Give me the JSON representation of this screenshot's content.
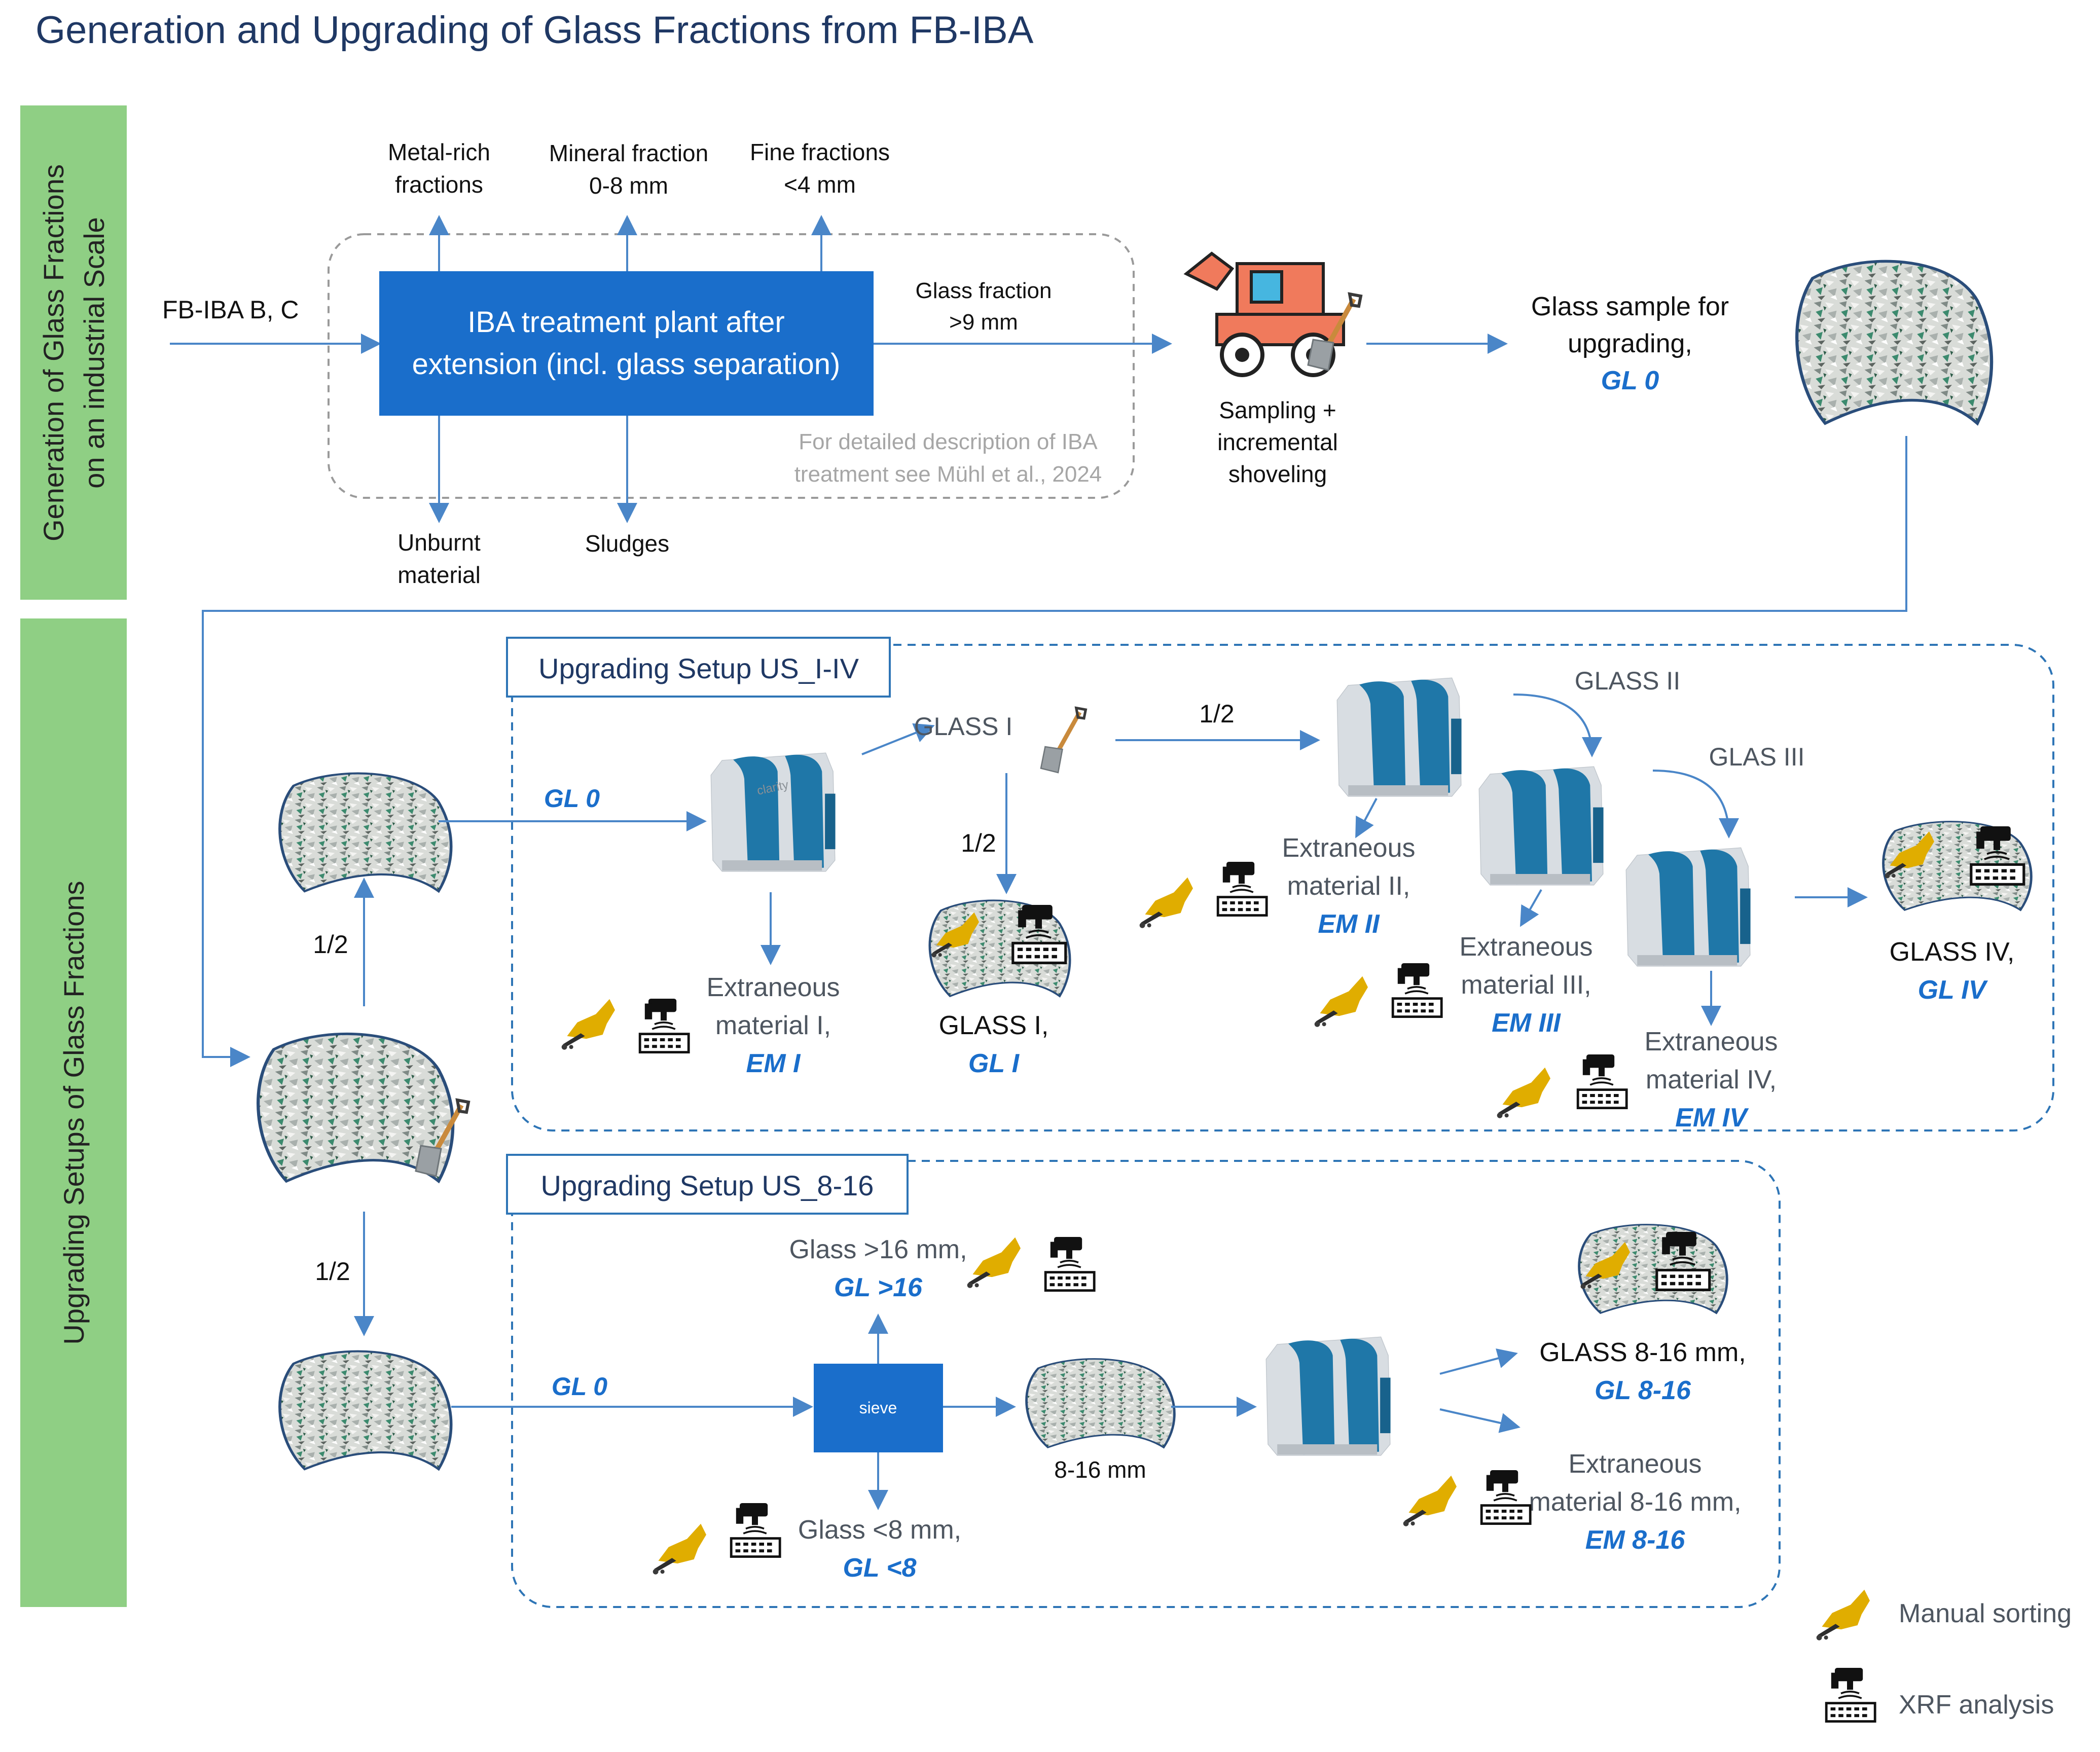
{
  "title": "Generation and Upgrading of Glass Fractions from FB-IBA",
  "colors": {
    "title": "#1f3864",
    "arrow": "#4a86c8",
    "box_fill": "#1a6ecb",
    "box_text": "#ffffff",
    "green_bar": "#8fcf84",
    "dashed": "#2e75b6",
    "label_blue": "#1a6ecb",
    "grey_text": "#4e5660",
    "note_grey": "#a6a6a6",
    "sort_icon": "#e0ad00",
    "xrf_icon": "#111111"
  },
  "sections": {
    "industrial": {
      "line1": "Generation of Glass Fractions",
      "line2": "on an industrial Scale"
    },
    "upgrading": {
      "line1": "Upgrading Setups of Glass Fractions"
    }
  },
  "industrial": {
    "input": "FB-IBA B, C",
    "plant": {
      "line1": "IBA treatment plant after",
      "line2": "extension (incl. glass separation)"
    },
    "outputs_top": [
      {
        "line1": "Metal-rich",
        "line2": "fractions"
      },
      {
        "line1": "Mineral fraction",
        "line2": "0-8 mm"
      },
      {
        "line1": "Fine fractions",
        "line2": "<4 mm"
      }
    ],
    "outputs_bottom": [
      {
        "line1": "Unburnt",
        "line2": "material"
      },
      {
        "line1": "Sludges",
        "line2": ""
      }
    ],
    "glass_fraction": {
      "line1": "Glass fraction",
      "line2": ">9 mm"
    },
    "note": {
      "line1": "For detailed description of IBA",
      "line2": "treatment see Mühl et al., 2024"
    },
    "sampling": {
      "line1": "Sampling +",
      "line2": "incremental",
      "line3": "shoveling"
    },
    "sample": {
      "line1": "Glass sample for",
      "line2": "upgrading,",
      "line3": "GL 0"
    }
  },
  "split_labels": {
    "upper": "1/2",
    "lower": "1/2"
  },
  "setup1": {
    "title": "Upgrading Setup US_I-IV",
    "gl0": "GL 0",
    "glass1_top": "GLASS I",
    "half_right": "1/2",
    "half_down": "1/2",
    "glass2_top": "GLASS II",
    "glass3_top": "GLAS III",
    "em1": {
      "line1": "Extraneous",
      "line2": "material I,",
      "code": "EM I"
    },
    "glass1": {
      "line1": "GLASS I,",
      "code": "GL I"
    },
    "em2": {
      "line1": "Extraneous",
      "line2": "material II,",
      "code": "EM II"
    },
    "em3": {
      "line1": "Extraneous",
      "line2": "material III,",
      "code": "EM III"
    },
    "em4": {
      "line1": "Extraneous",
      "line2": "material IV,",
      "code": "EM IV"
    },
    "glass4": {
      "line1": "GLASS IV,",
      "code": "GL IV"
    },
    "sorter_brand": "clarity"
  },
  "setup2": {
    "title": "Upgrading Setup US_8-16",
    "gl0": "GL 0",
    "sieve": "sieve",
    "gl16": {
      "line1": "Glass >16 mm,",
      "code": "GL >16"
    },
    "gl8": {
      "line1": "Glass <8 mm,",
      "code": "GL <8"
    },
    "mid": "8-16 mm",
    "glass816": {
      "line1": "GLASS 8-16 mm,",
      "code": "GL 8-16"
    },
    "em816": {
      "line1": "Extraneous",
      "line2": "material 8-16 mm,",
      "code": "EM 8-16"
    }
  },
  "legend": {
    "manual": "Manual sorting",
    "xrf": "XRF analysis"
  }
}
